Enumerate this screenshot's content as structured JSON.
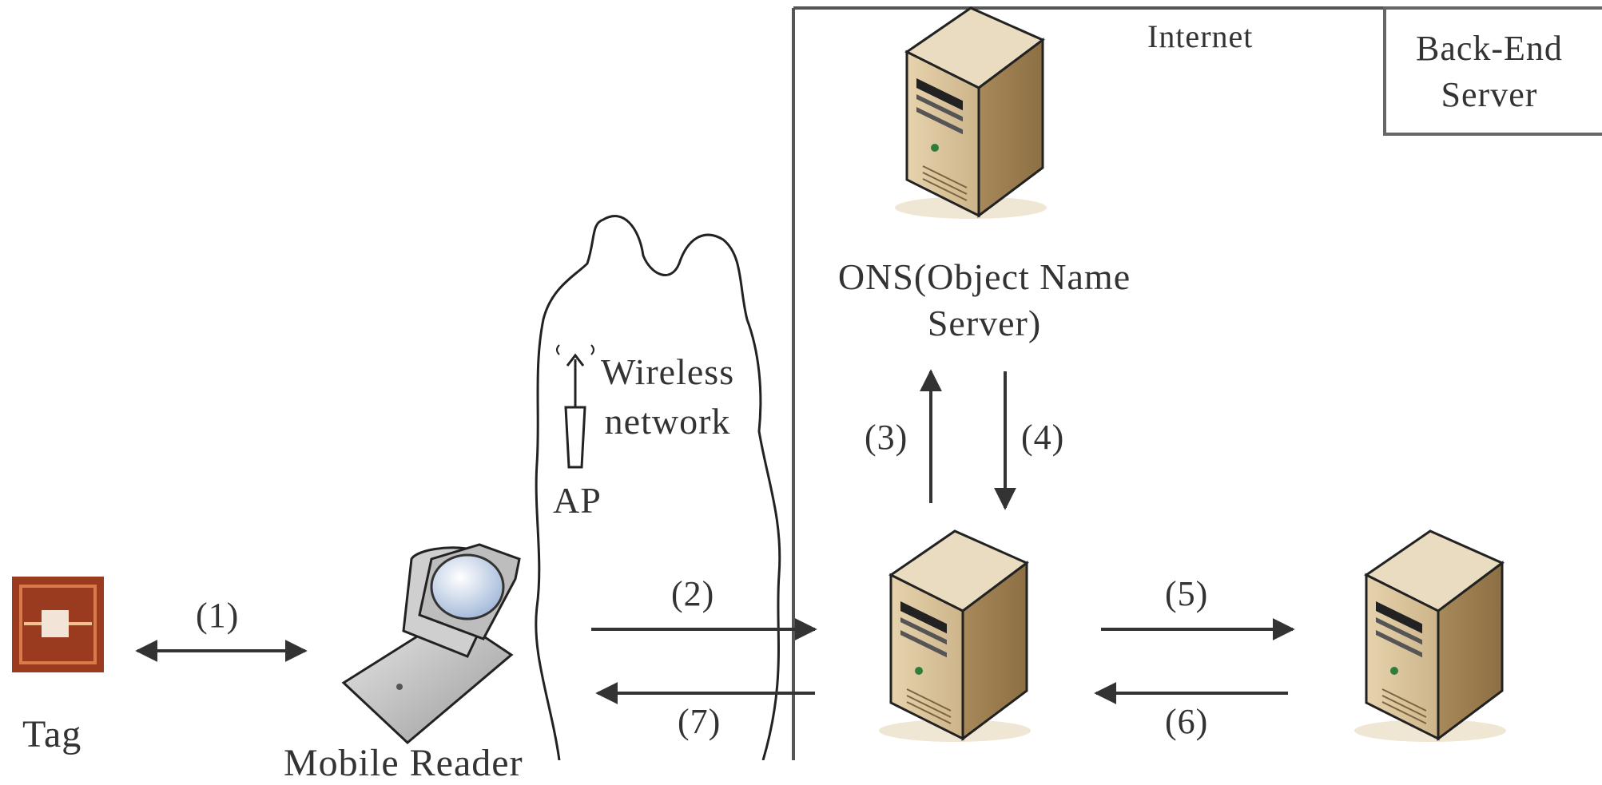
{
  "labels": {
    "internet": "Internet",
    "back_end_server": [
      "Back-End",
      "Server"
    ],
    "ons": [
      "ONS(Object Name",
      "Server)"
    ],
    "wireless_network": [
      "Wireless",
      "network"
    ],
    "ap": "AP",
    "tag": "Tag",
    "mobile_reader": "Mobile Reader"
  },
  "steps": {
    "s1": "(1)",
    "s2": "(2)",
    "s3": "(3)",
    "s4": "(4)",
    "s5": "(5)",
    "s6": "(6)",
    "s7": "(7)"
  },
  "icons": {
    "tag": "rfid-tag-icon",
    "mobile_reader": "flip-phone-icon",
    "ap": "access-point-antenna-icon",
    "server": "tower-server-icon"
  },
  "colors": {
    "line": "#333333",
    "server_body": "#cdb48a",
    "tag": "#9a3a1e"
  }
}
